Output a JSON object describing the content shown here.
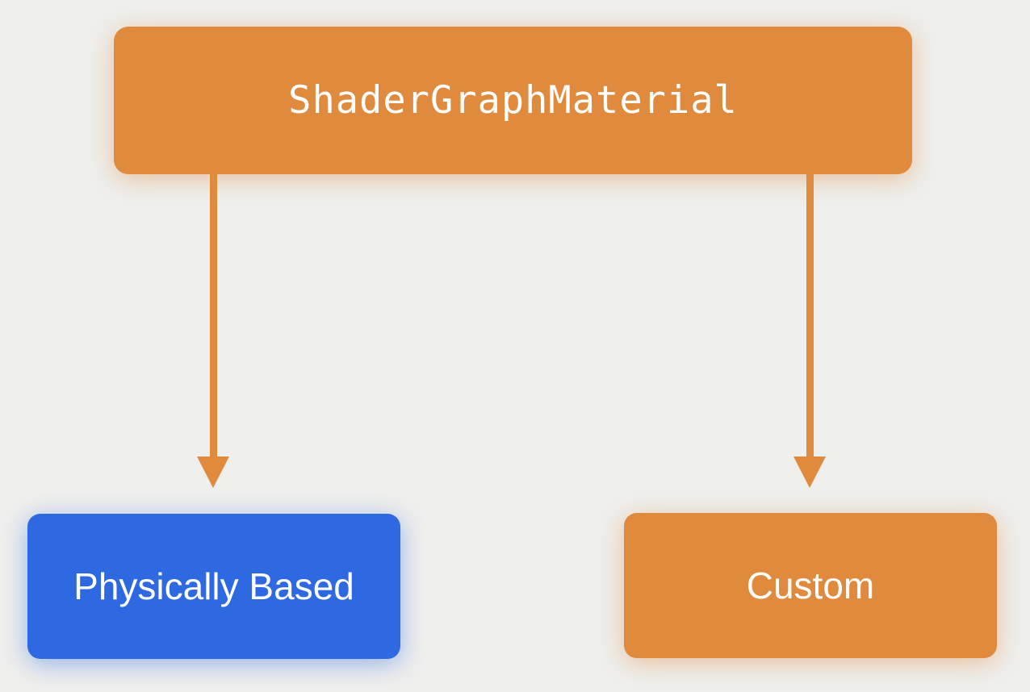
{
  "diagram": {
    "root": {
      "label": "ShaderGraphMaterial"
    },
    "children": [
      {
        "label": "Physically Based"
      },
      {
        "label": "Custom"
      }
    ]
  },
  "colors": {
    "background": "#EFEFED",
    "orange": "#DF8A3C",
    "blue": "#2E69E1",
    "arrow": "#DF8A3C",
    "label_text": "#FFFFFF"
  }
}
